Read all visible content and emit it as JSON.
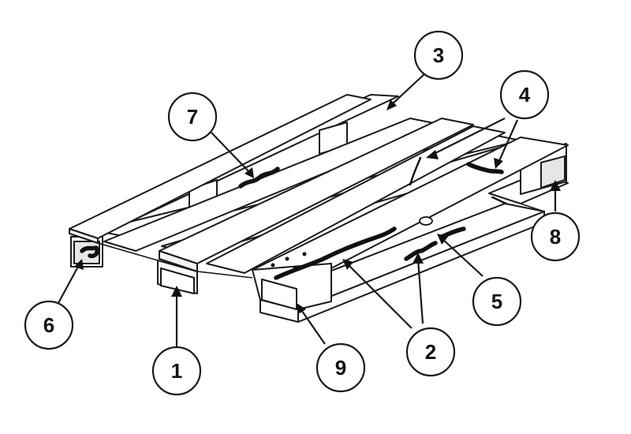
{
  "colors": {
    "line": "#1a1a1a",
    "fill": "#ffffff",
    "shade": "#e6e6e6",
    "damage": "#111111"
  },
  "callouts": [
    {
      "id": "c1",
      "label": "1"
    },
    {
      "id": "c2",
      "label": "2"
    },
    {
      "id": "c3",
      "label": "3"
    },
    {
      "id": "c4",
      "label": "4"
    },
    {
      "id": "c5",
      "label": "5"
    },
    {
      "id": "c6",
      "label": "6"
    },
    {
      "id": "c7",
      "label": "7"
    },
    {
      "id": "c8",
      "label": "8"
    },
    {
      "id": "c9",
      "label": "9"
    }
  ]
}
